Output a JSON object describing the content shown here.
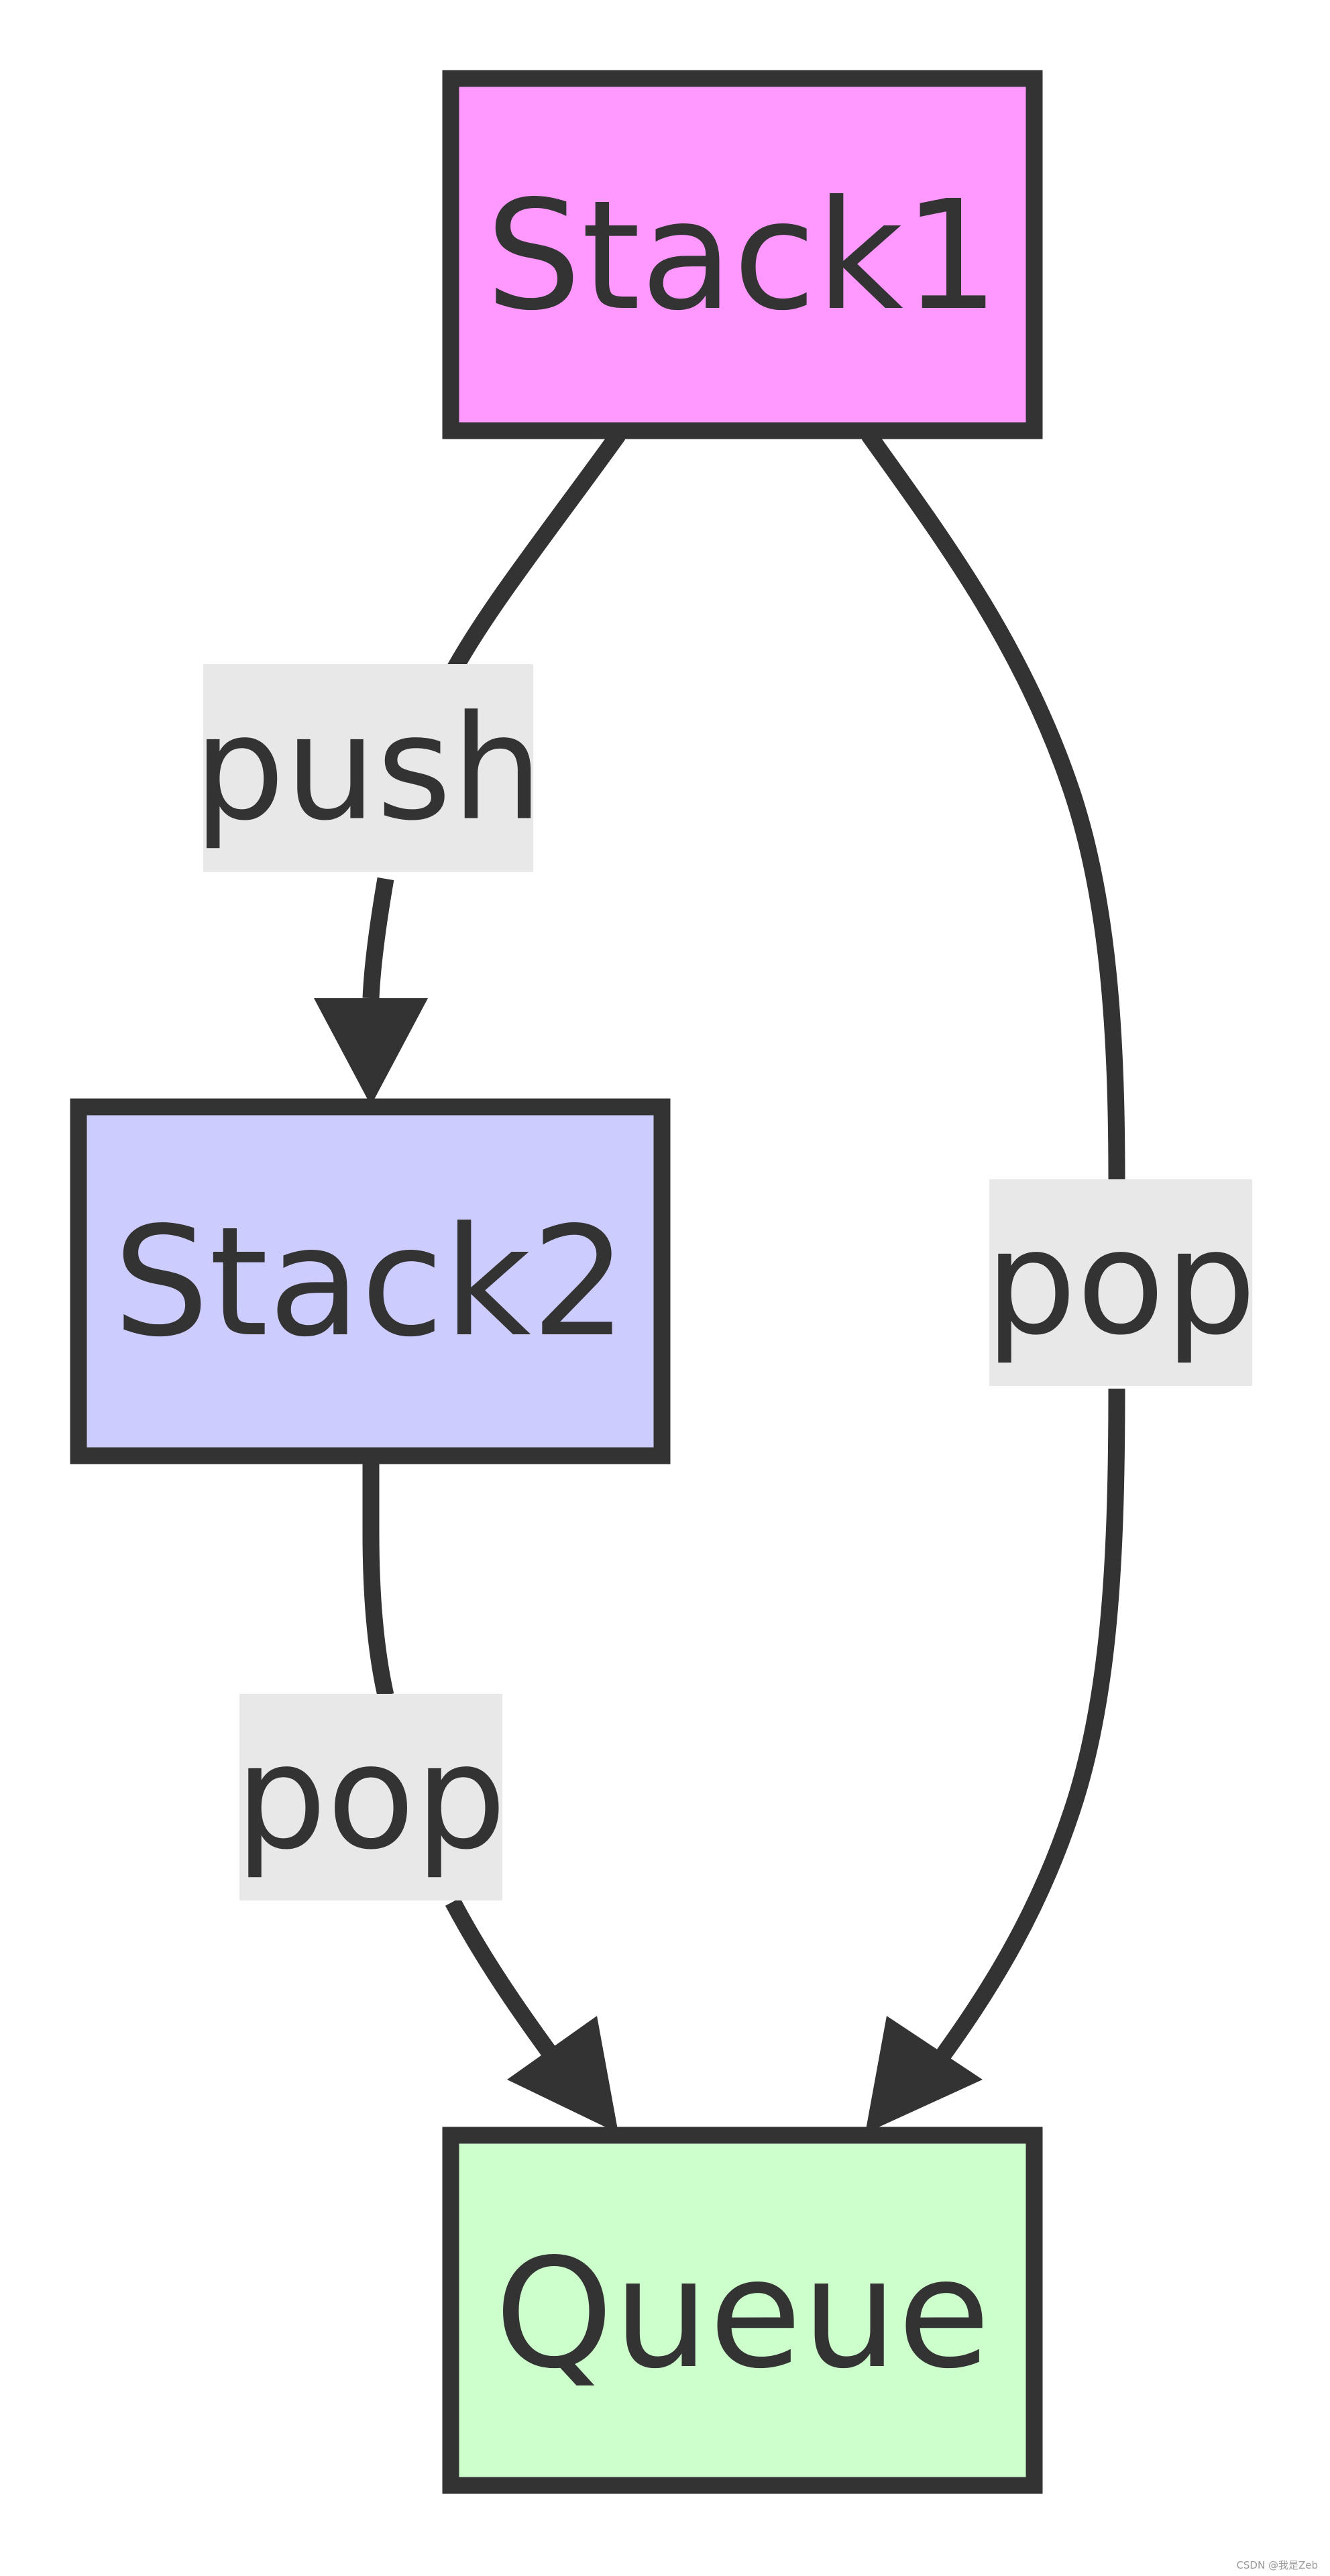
{
  "diagram": {
    "nodes": {
      "stack1": {
        "label": "Stack1",
        "fill": "#ff99ff"
      },
      "stack2": {
        "label": "Stack2",
        "fill": "#ccccff"
      },
      "queue": {
        "label": "Queue",
        "fill": "#ccffcc"
      }
    },
    "edges": {
      "stack1_to_stack2": {
        "from": "Stack1",
        "to": "Stack2",
        "label": "push"
      },
      "stack1_to_queue": {
        "from": "Stack1",
        "to": "Queue",
        "label": "pop"
      },
      "stack2_to_queue": {
        "from": "Stack2",
        "to": "Queue",
        "label": "pop"
      }
    },
    "colors": {
      "stroke": "#333333",
      "edge_label_background": "#e8e8e8",
      "background": "#ffffff"
    }
  },
  "watermark": "CSDN @我是Zeb"
}
